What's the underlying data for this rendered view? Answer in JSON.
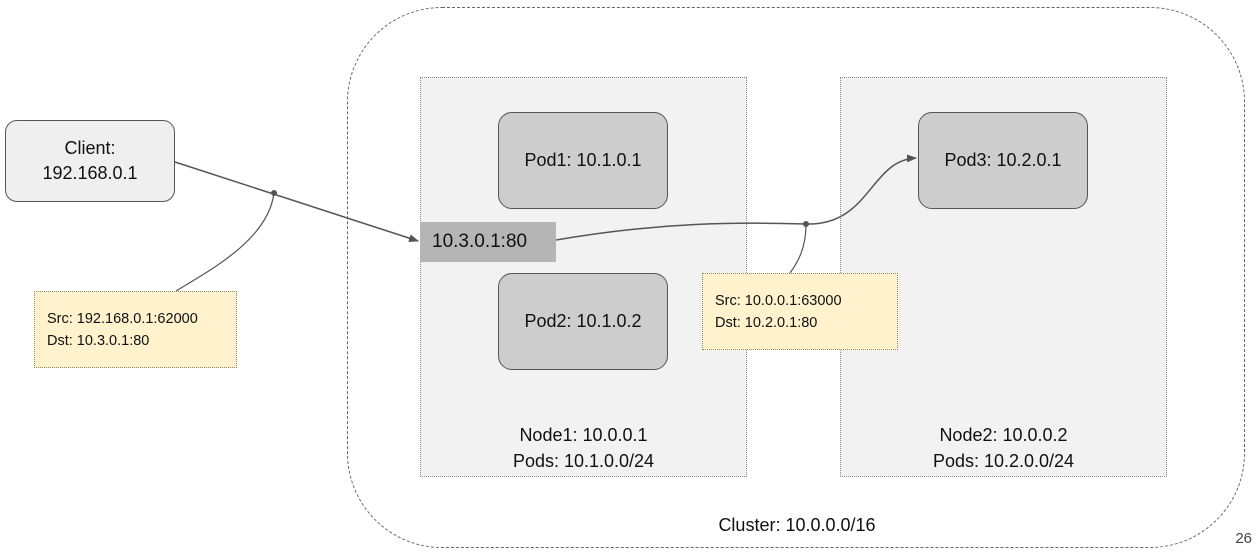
{
  "cluster": {
    "label": "Cluster: 10.0.0.0/16"
  },
  "client": {
    "line1": "Client:",
    "line2": "192.168.0.1"
  },
  "service": {
    "label": "10.3.0.1:80"
  },
  "nodes": [
    {
      "line1": "Node1: 10.0.0.1",
      "line2": "Pods: 10.1.0.0/24"
    },
    {
      "line1": "Node2: 10.0.0.2",
      "line2": "Pods: 10.2.0.0/24"
    }
  ],
  "pods": [
    {
      "label": "Pod1: 10.1.0.1"
    },
    {
      "label": "Pod2: 10.1.0.2"
    },
    {
      "label": "Pod3: 10.2.0.1"
    }
  ],
  "notes": [
    {
      "src": "Src: 192.168.0.1:62000",
      "dst": "Dst: 10.3.0.1:80"
    },
    {
      "src": "Src: 10.0.0.1:63000",
      "dst": "Dst: 10.2.0.1:80"
    }
  ],
  "page_number": "26",
  "colors": {
    "pod_fill": "#cdcdcd",
    "node_fill": "#f2f2f2",
    "service_fill": "#b5b5b5",
    "note_fill": "#fff2cc",
    "line": "#555555"
  }
}
